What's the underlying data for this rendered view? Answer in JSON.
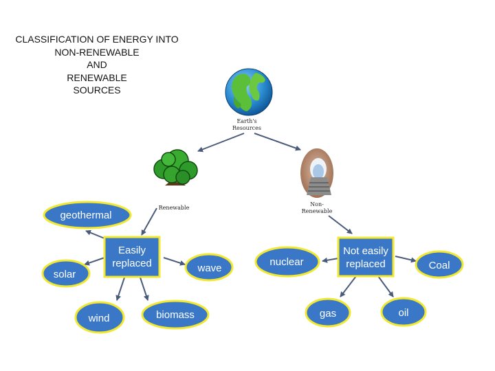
{
  "title": {
    "lines": [
      "CLASSIFICATION OF ENERGY INTO",
      "NON-RENEWABLE",
      "AND",
      "RENEWABLE",
      "SOURCES"
    ]
  },
  "labels": {
    "earth": [
      "Earth's",
      "Resources"
    ],
    "renewable": [
      "Renewable"
    ],
    "nonrenewable": [
      "Non-",
      "Renewable"
    ]
  },
  "nodes": {
    "geothermal": "geothermal",
    "easily_replaced": [
      "Easily",
      "replaced"
    ],
    "solar": "solar",
    "wave": "wave",
    "wind": "wind",
    "biomass": "biomass",
    "nuclear": "nuclear",
    "not_easily_replaced": [
      "Not easily",
      "replaced"
    ],
    "coal": "Coal",
    "gas": "gas",
    "oil": "oil"
  },
  "icons": {
    "earth": "earth-globe-icon",
    "tree": "tree-icon",
    "mine": "mine-tunnel-icon"
  },
  "colors": {
    "node_fill": "#3a78c7",
    "node_border": "#f2e832",
    "arrow": "#4a5a7a",
    "label_text": "#222222"
  }
}
